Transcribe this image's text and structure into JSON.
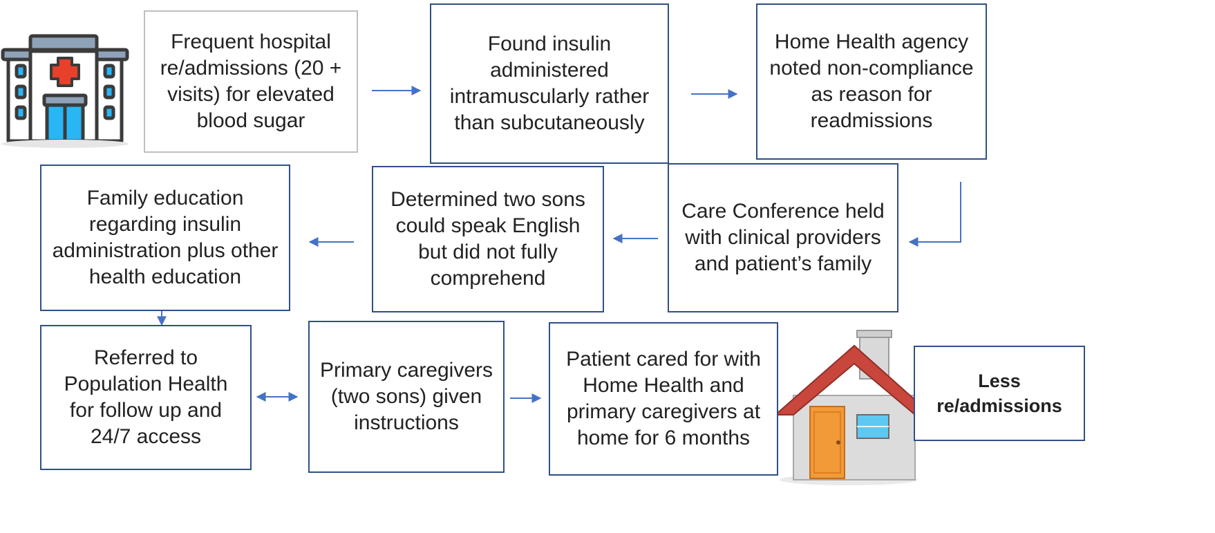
{
  "colors": {
    "arrow": "#4472c4",
    "box_border": "#2f4f86",
    "first_box_border": "#bfbfbf",
    "hospital_cross": "#e8402a",
    "glass": "#29b6f6",
    "roof": "#c9463d",
    "door": "#f29a38"
  },
  "icons": {
    "hospital": "hospital-building-icon",
    "house": "house-icon"
  },
  "steps": {
    "hospital_readmissions": "Frequent hospital re/admissions (20 + visits) for elevated blood sugar",
    "insulin_intramuscular": "Found insulin administered intramuscularly rather than subcutaneously",
    "home_health_noncompliance": "Home Health agency noted non-compliance as reason for readmissions",
    "care_conference": "Care Conference held with clinical providers and patient’s family",
    "sons_english": "Determined two sons could speak English but did not fully comprehend",
    "family_education": "Family education regarding insulin administration plus other health education",
    "population_health": "Referred to Population Health for follow up and 24/7 access",
    "caregivers_instructions": "Primary caregivers (two sons) given instructions",
    "home_care_6_months": "Patient cared for with Home Health and primary caregivers at home for 6 months",
    "outcome": "Less re/admissions"
  }
}
